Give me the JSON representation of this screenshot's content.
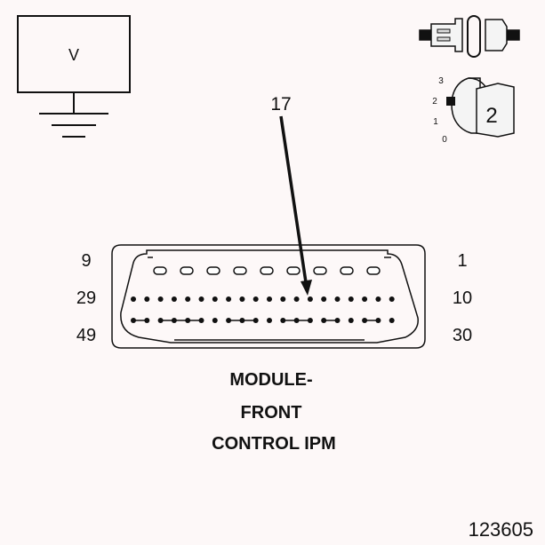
{
  "meter": {
    "symbol": "V"
  },
  "ignition": {
    "position_labels": [
      "3",
      "2",
      "1",
      "0"
    ],
    "key_number": "2"
  },
  "probe_pin": "17",
  "connector": {
    "row_labels_left": [
      "9",
      "29",
      "49"
    ],
    "row_labels_right": [
      "1",
      "10",
      "30"
    ]
  },
  "module_label": [
    "MODULE-",
    "FRONT",
    "CONTROL IPM"
  ],
  "figure_number": "123605",
  "colors": {
    "ink": "#111111",
    "background": "#fdf8f8"
  },
  "icons": [
    "voltmeter-icon",
    "ground-symbol-icon",
    "disconnected-connector-icon",
    "ignition-key-icon",
    "probe-arrow-icon"
  ]
}
